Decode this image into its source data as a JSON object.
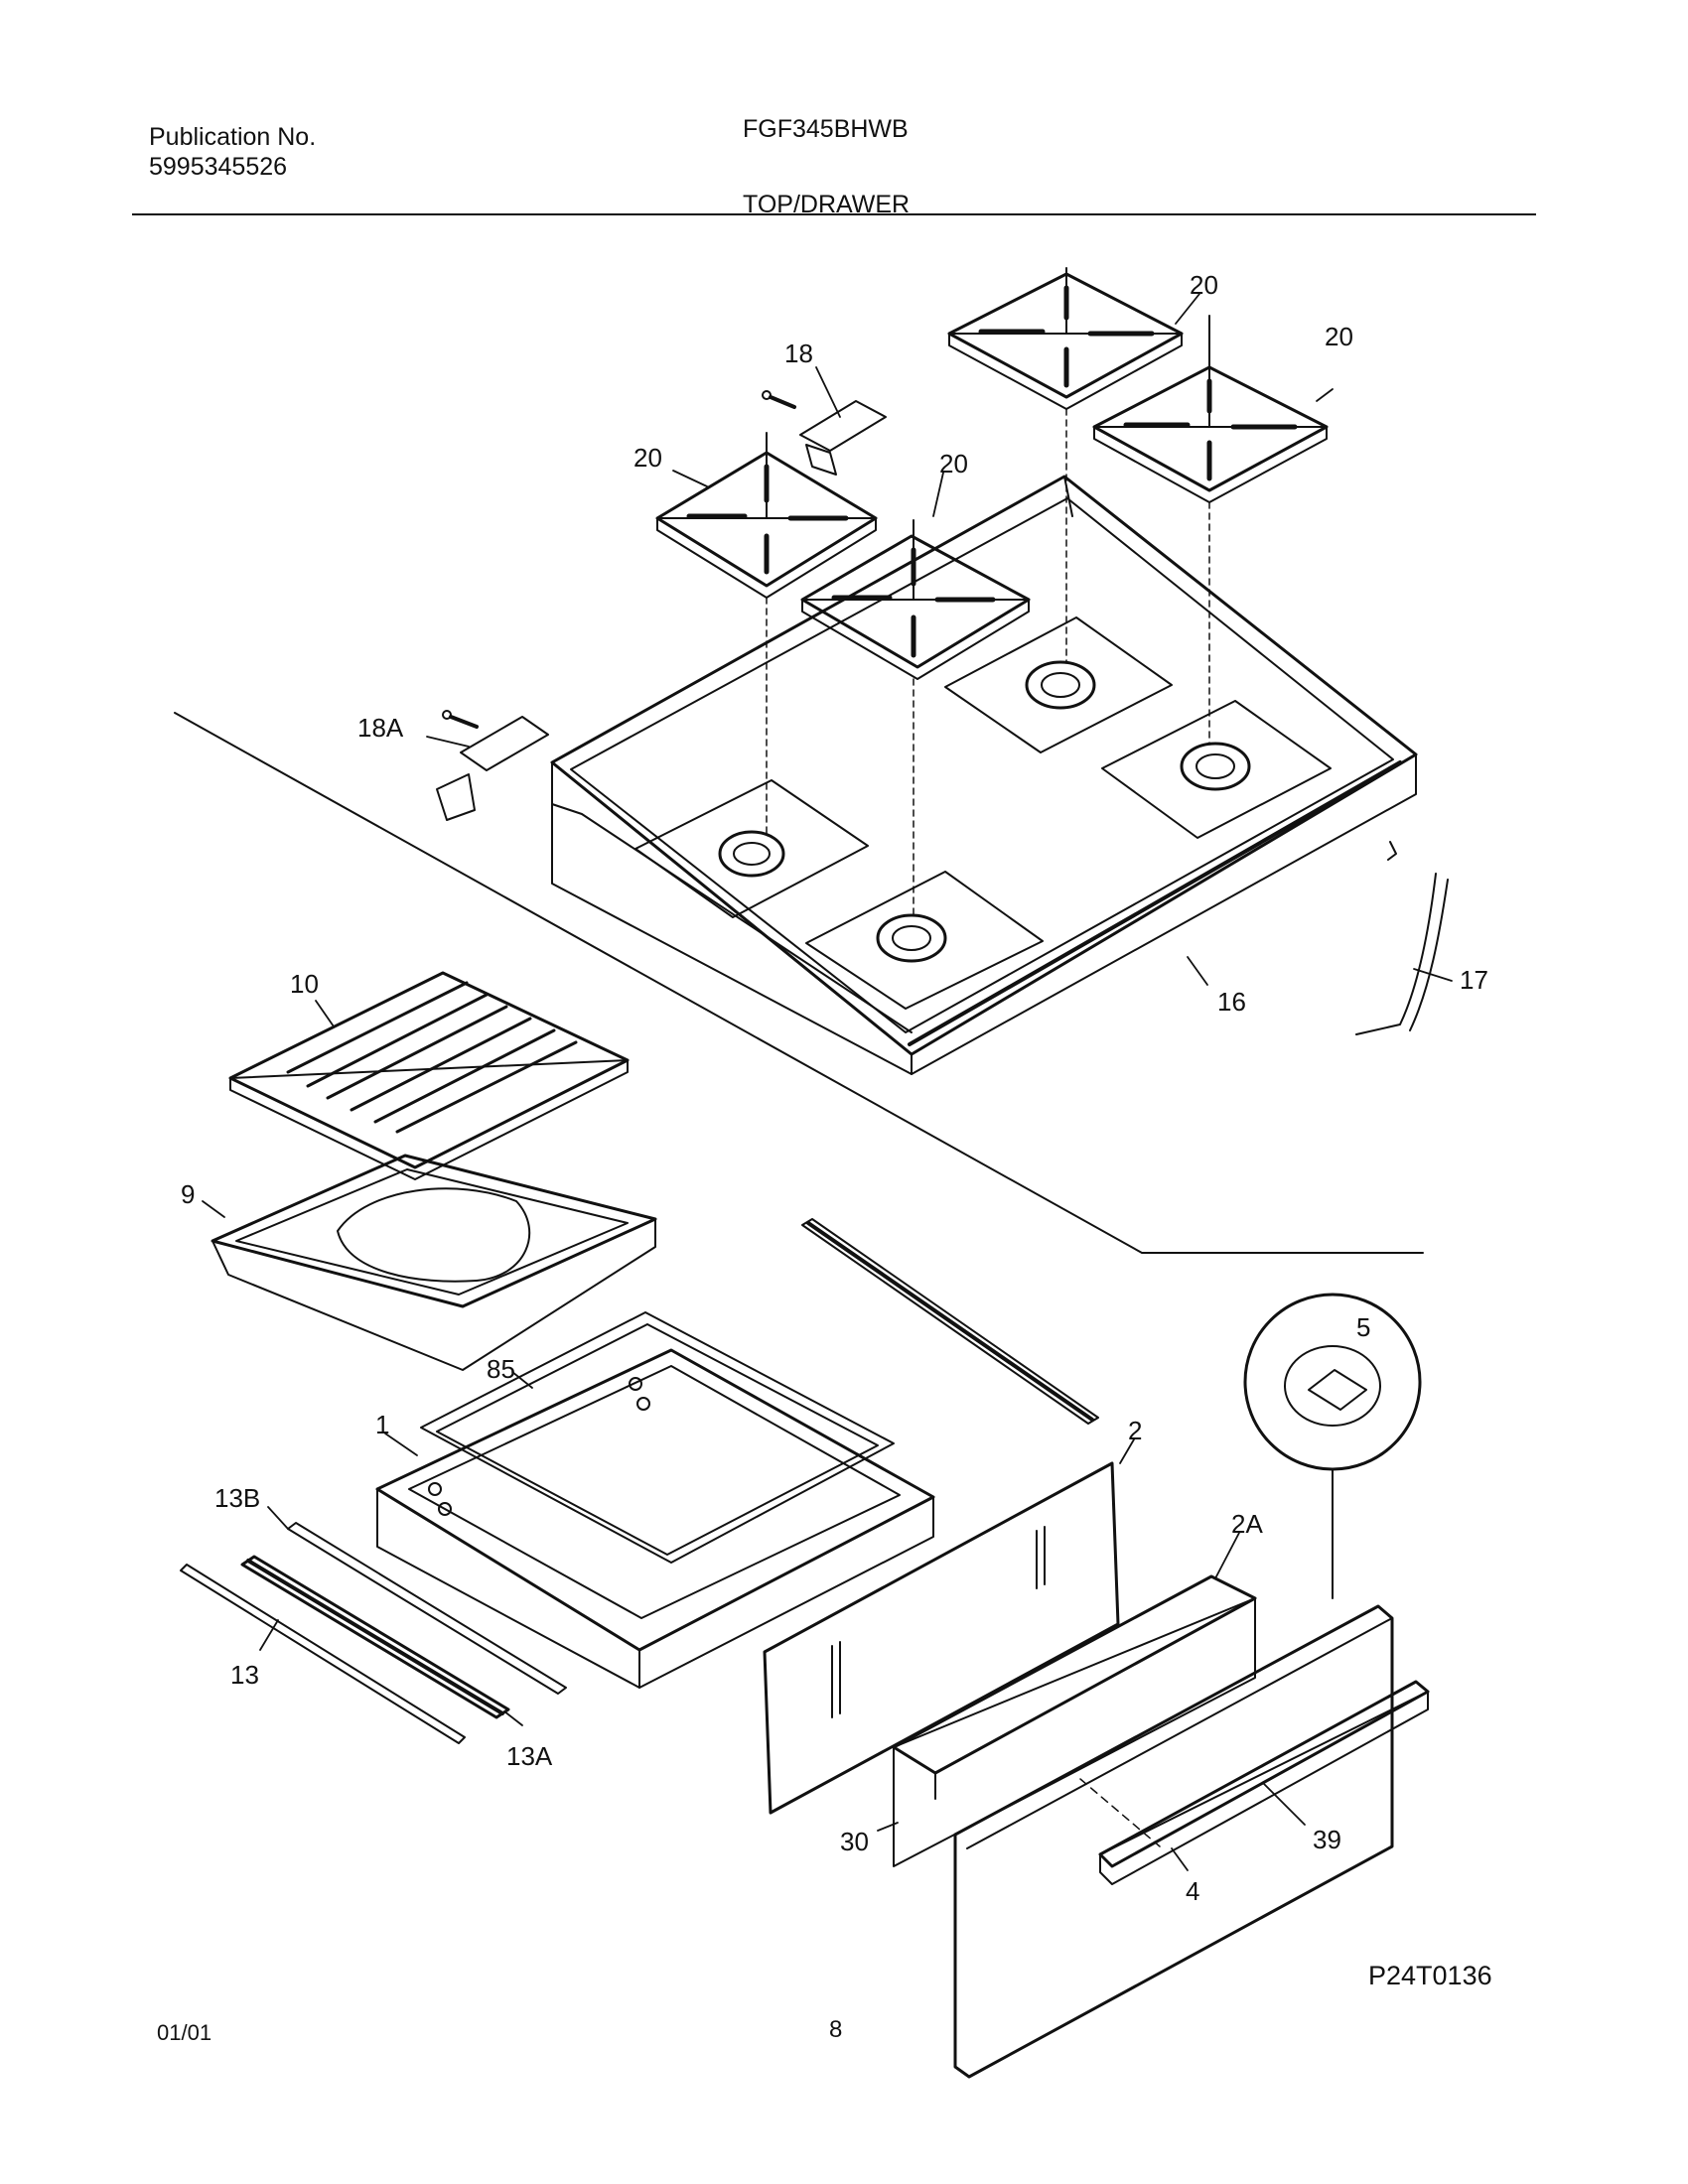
{
  "header": {
    "publication_label": "Publication No.",
    "publication_number": "5995345526",
    "model": "FGF345BHWB",
    "section": "TOP/DRAWER"
  },
  "diagram": {
    "callouts": [
      "20",
      "20",
      "20",
      "20",
      "18",
      "18A",
      "16",
      "17",
      "10",
      "9",
      "85",
      "1",
      "5",
      "2",
      "2A",
      "13B",
      "13",
      "13A",
      "30",
      "39",
      "4"
    ],
    "figure_code": "P24T0136"
  },
  "footer": {
    "date": "01/01",
    "page": "8"
  }
}
